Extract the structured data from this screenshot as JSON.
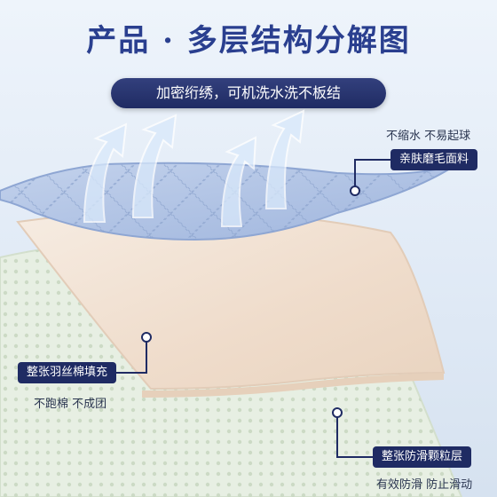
{
  "title": "产品 · 多层结构分解图",
  "subtitle": "加密绗绣，可机洗水洗不板结",
  "layers": [
    {
      "name": "亲肤磨毛面料",
      "note": "不缩水 不易起球"
    },
    {
      "name": "整张羽丝棉填充",
      "note": "不跑棉 不成团"
    },
    {
      "name": "整张防滑颗粒层",
      "note": "有效防滑 防止滑动"
    }
  ],
  "colors": {
    "title": "#2a3f8f",
    "pill": "#1f2b63",
    "top_fabric": "#a9bfe3",
    "filling": "#f1e3d5",
    "bottom_layer": "#e7efe3"
  }
}
